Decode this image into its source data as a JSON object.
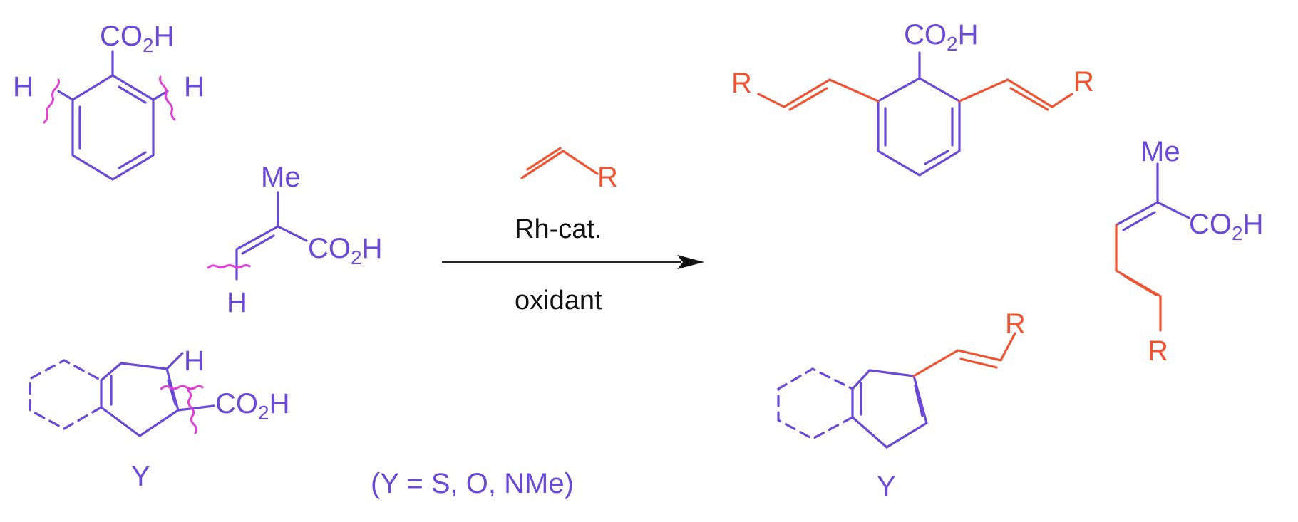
{
  "reactants": {
    "benzoic_acid": {
      "substituent": "CO",
      "sub_index": "2",
      "suffix": "H",
      "h_left": "H",
      "h_right": "H"
    },
    "methacrylic_acid": {
      "methyl": "Me",
      "acid_main": "CO",
      "acid_sub": "2",
      "acid_suffix": "H",
      "h_label": "H"
    },
    "heteroaryl_acid": {
      "h_label": "H",
      "acid_main": "CO",
      "acid_sub": "2",
      "acid_suffix": "H",
      "hetero_atom": "Y",
      "note": "(Y = S, O, NMe)"
    }
  },
  "conditions": {
    "alkene_r": "R",
    "catalyst": "Rh-cat.",
    "oxidant": "oxidant"
  },
  "products": {
    "dialkenyl_benzoic_acid": {
      "acid_main": "CO",
      "acid_sub": "2",
      "acid_suffix": "H",
      "r_left": "R",
      "r_right": "R"
    },
    "dienoic_acid": {
      "methyl": "Me",
      "acid_main": "CO",
      "acid_sub": "2",
      "acid_suffix": "H",
      "r_label": "R"
    },
    "alkenyl_heteroarene": {
      "r_label": "R",
      "hetero_atom": "Y"
    }
  },
  "colors": {
    "substrate": "#6a48d8",
    "alkene_fragment": "#f0532f",
    "cleavage_mark": "#e23fd6",
    "reagent_text": "#111111"
  }
}
